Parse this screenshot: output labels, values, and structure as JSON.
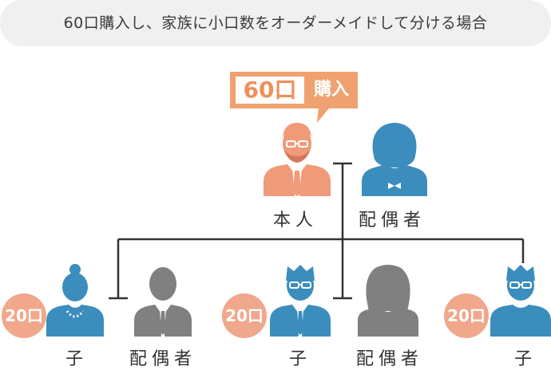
{
  "title": "60口購入し、家族に小口数をオーダーメイドして分ける場合",
  "callout": {
    "units": "60口",
    "action": "購入"
  },
  "labels": {
    "self": "本人",
    "spouse": "配偶者",
    "child": "子"
  },
  "children_shares": [
    "20口",
    "20口",
    "20口"
  ],
  "colors": {
    "orange": "#ef9a78",
    "blue": "#3b8dbd",
    "gray": "#808080",
    "line": "#333333"
  },
  "icons": [
    "man-glasses-icon",
    "woman-icon",
    "woman-bun-icon",
    "man-icon",
    "boy-glasses-icon",
    "woman-long-hair-icon",
    "boy-glasses-icon"
  ]
}
